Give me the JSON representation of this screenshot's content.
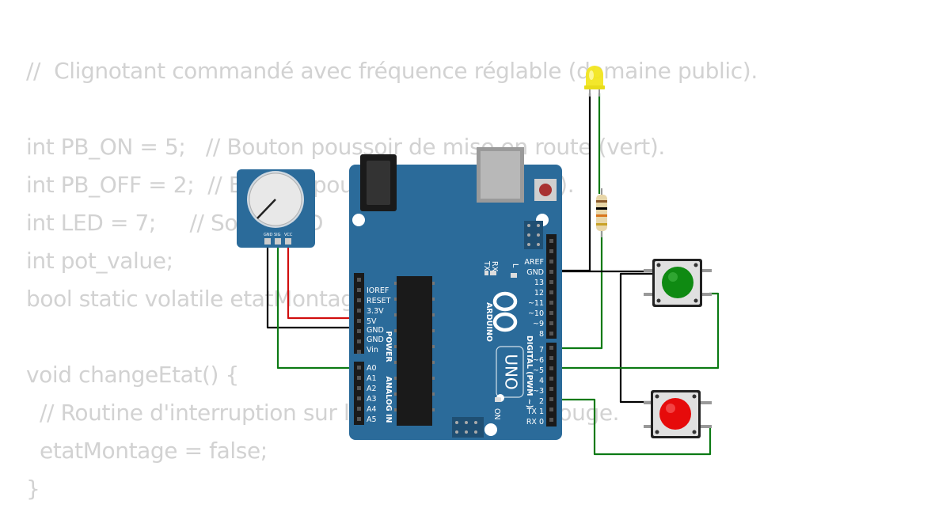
{
  "code_lines": [
    "//  Clignotant commandé avec fréquence réglable (domaine public).",
    "",
    "int PB_ON = 5;   // Bouton poussoir de mise en route (vert).",
    "int PB_OFF = 2;  // Bouton poussoir d'arrêt (rouge).",
    "int LED = 7;     // Sortie LED",
    "int pot_value;",
    "bool static volatile etatMontage = false;",
    "",
    "void changeEtat() {",
    "  // Routine d'interruption sur le bouton poussoir rouge.",
    "  etatMontage = false;",
    "}"
  ],
  "pot": {
    "pins": [
      "GND",
      "SIG",
      "VCC"
    ]
  },
  "board": {
    "brand": "ARDUINO",
    "model": "UNO",
    "tx_label": "TX",
    "rx_label": "RX",
    "l_label": "L",
    "on_label": "ON",
    "power_label": "POWER",
    "analog_label": "ANALOG IN",
    "digital_label": "DIGITAL (PWM ~)",
    "power_pins": [
      "IOREF",
      "RESET",
      "3.3V",
      "5V",
      "GND",
      "GND",
      "Vin"
    ],
    "analog_pins": [
      "A0",
      "A1",
      "A2",
      "A3",
      "A4",
      "A5"
    ],
    "digital_top": [
      "AREF",
      "GND",
      "13",
      "12",
      "~11",
      "~10",
      "~9",
      "8"
    ],
    "digital_bottom": [
      "7",
      "~6",
      "~5",
      "4",
      "~3",
      "2",
      "TX 1",
      "RX 0"
    ]
  },
  "colors": {
    "board": "#2b6b9a",
    "board_dark": "#1f4f73",
    "wire_black": "#000000",
    "wire_red": "#d10f0f",
    "wire_green": "#0c7a14",
    "button_green": "#0f8a12",
    "button_red": "#e60b0b",
    "led": "#f2e620"
  }
}
